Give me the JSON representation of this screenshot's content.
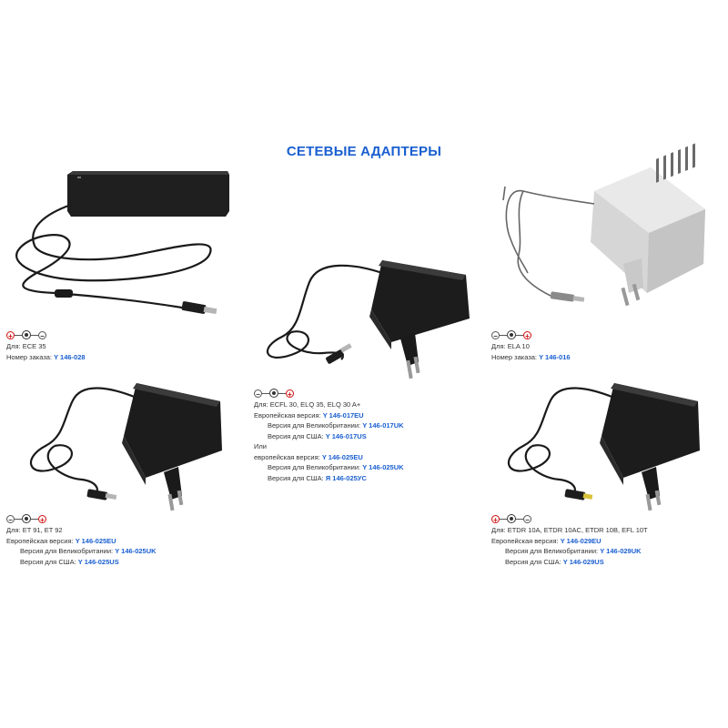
{
  "title": "СЕТЕВЫЕ АДАПТЕРЫ",
  "colors": {
    "accent": "#1a5fd0",
    "plus": "#d01010",
    "device": "#1d1d1d",
    "grey_device": "#d8d8d8"
  },
  "products": [
    {
      "polarity": [
        "+",
        "•",
        "−"
      ],
      "lines": [
        {
          "label": "Для: ",
          "text": "ECE 35",
          "code": ""
        },
        {
          "label": "Номер заказа: ",
          "text": "",
          "code": "Y 146-028"
        }
      ]
    },
    {
      "polarity": [
        "−",
        "•",
        "+"
      ],
      "lines": [
        {
          "label": "Для: ",
          "text": "ECFL 30, ELQ 35, ELQ 30 A+",
          "code": ""
        },
        {
          "label": "Европейская версия: ",
          "text": "",
          "code": "Y 146-017EU"
        },
        {
          "label": "Версия для Великобритании: ",
          "text": "",
          "code": "Y 146-017UK"
        },
        {
          "label": "Версия для США: ",
          "text": "",
          "code": "Y 146-017US"
        },
        {
          "label": "Или",
          "text": "",
          "code": ""
        },
        {
          "label": "европейская версия: ",
          "text": "",
          "code": "Y 146-025EU"
        },
        {
          "label": "Версия для Великобритании: ",
          "text": "",
          "code": "Y 146-025UK"
        },
        {
          "label": "Версия для США: ",
          "text": "",
          "code": "Я 146-025УС"
        }
      ]
    },
    {
      "polarity": [
        "−",
        "•",
        "+"
      ],
      "lines": [
        {
          "label": "Для: ",
          "text": "ELA 10",
          "code": ""
        },
        {
          "label": "Номер заказа: ",
          "text": "",
          "code": "Y 146-016"
        }
      ]
    },
    {
      "polarity": [
        "−",
        "•",
        "+"
      ],
      "lines": [
        {
          "label": "Для: ",
          "text": "ET 91, ET 92",
          "code": ""
        },
        {
          "label": "Европейская версия: ",
          "text": "",
          "code": "Y 146-025EU"
        },
        {
          "label": "Версия для Великобритании: ",
          "text": "",
          "code": "Y 146-025UK"
        },
        {
          "label": "Версия для США: ",
          "text": "",
          "code": "Y 146-025US"
        }
      ]
    },
    {
      "polarity": [
        "+",
        "•",
        "−"
      ],
      "lines": [
        {
          "label": "Для: ",
          "text": "ETDR 10A, ETDR 10AC, ETDR 10B, EFL 10T",
          "code": ""
        },
        {
          "label": "Европейская версия: ",
          "text": "",
          "code": "Y 146-029EU"
        },
        {
          "label": "Версия для Великобритании: ",
          "text": "",
          "code": "Y 146-029UK"
        },
        {
          "label": "Версия для США: ",
          "text": "",
          "code": "Y 146-029US"
        }
      ]
    }
  ]
}
